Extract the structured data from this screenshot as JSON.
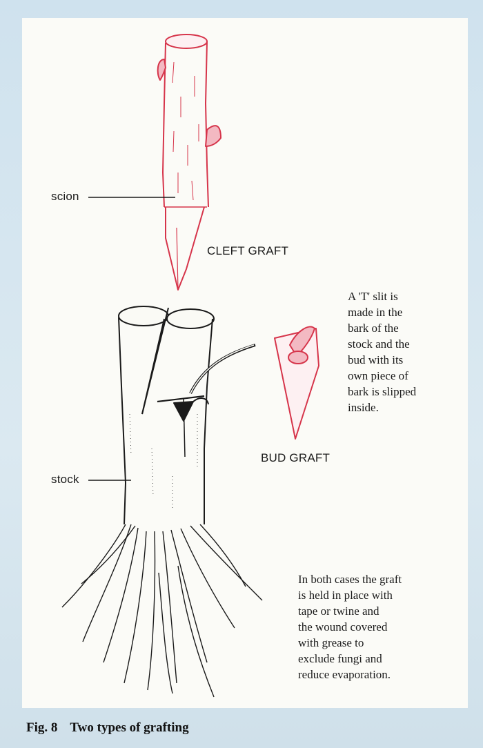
{
  "labels": {
    "scion": "scion",
    "stock": "stock",
    "cleft_graft": "CLEFT GRAFT",
    "bud_graft": "BUD GRAFT"
  },
  "notes": {
    "bud_note": "A 'T' slit is\nmade in the\nbark of the\nstock and the\nbud with its\nown piece of\nbark is slipped\ninside.",
    "both_note": "In both cases the graft\nis held in place with\ntape or twine and\nthe wound covered\nwith grease to\nexclude fungi and\nreduce evaporation."
  },
  "caption": {
    "number": "Fig. 8",
    "title": "Two types of grafting"
  },
  "colors": {
    "scion_red": "#d6344a",
    "ink": "#1a1a1a",
    "background_blue": "#d3e4ee"
  }
}
